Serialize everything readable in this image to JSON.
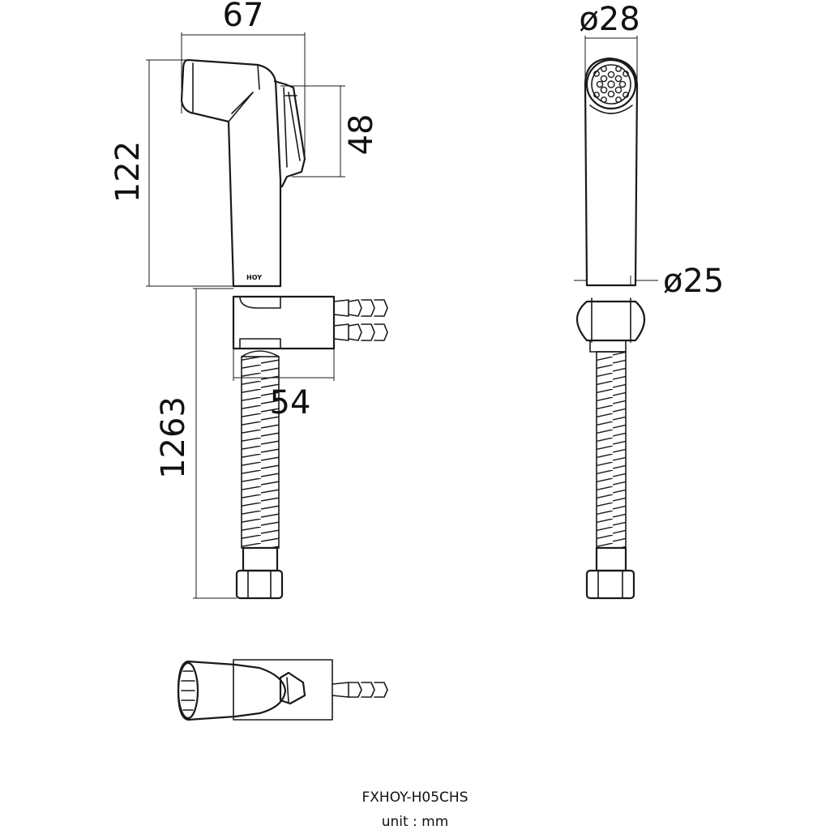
{
  "dimensions": {
    "handset_width": "67",
    "nozzle_height": "48",
    "handset_height": "122",
    "holder_depth": "54",
    "hose_length": "1263",
    "head_diameter": "ø28",
    "handle_diameter": "ø25"
  },
  "logo": {
    "text": "HOY"
  },
  "caption": {
    "model": "FXHOY-H05CHS",
    "unit": "unit : mm"
  }
}
